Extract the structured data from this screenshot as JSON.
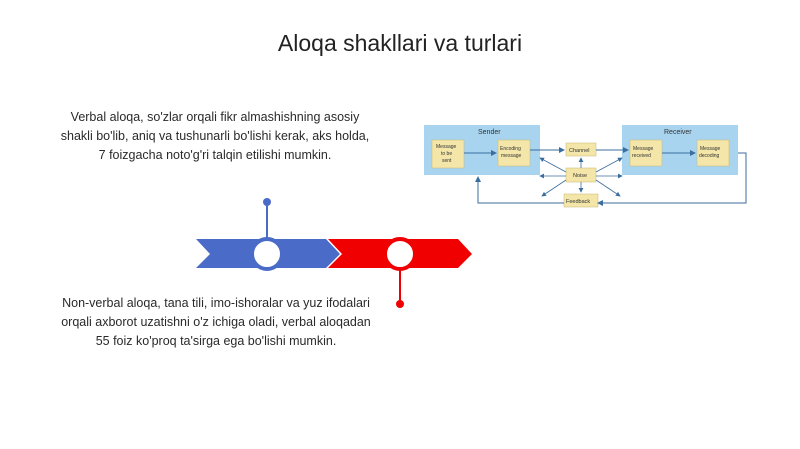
{
  "slide": {
    "title": "Aloqa shakllari va turlari",
    "verbal_text": [
      "Verbal aloqa, so'zlar orqali fikr almashishning asosiy",
      "shakli bo'lib, aniq va tushunarli bo'lishi kerak, aks holda,",
      "7 foizgacha noto'g'ri talqin etilishi mumkin."
    ],
    "nonverbal_text": [
      "Non-verbal aloqa, tana tili, imo-ishoralar va yuz ifodalari",
      "orqali axborot uzatishni o'z ichiga oladi, verbal aloqadan",
      "55 foiz ko'proq ta'sirga ega bo'lishi mumkin."
    ],
    "colors": {
      "blue": "#4a6cc8",
      "red": "#f00000",
      "model_bg": "#a8d4f0",
      "box": "#f3e6a8"
    }
  },
  "model": {
    "sender": "Sender",
    "receiver": "Receiver",
    "message_to_be_sent": [
      "Message",
      "to be",
      "sent"
    ],
    "encoding": [
      "Encoding",
      "message"
    ],
    "channel": "Channel",
    "noise": "Noise",
    "feedback": "Feedback",
    "message_received": [
      "Message",
      "received"
    ],
    "decoding": [
      "Message",
      "decoding"
    ]
  }
}
